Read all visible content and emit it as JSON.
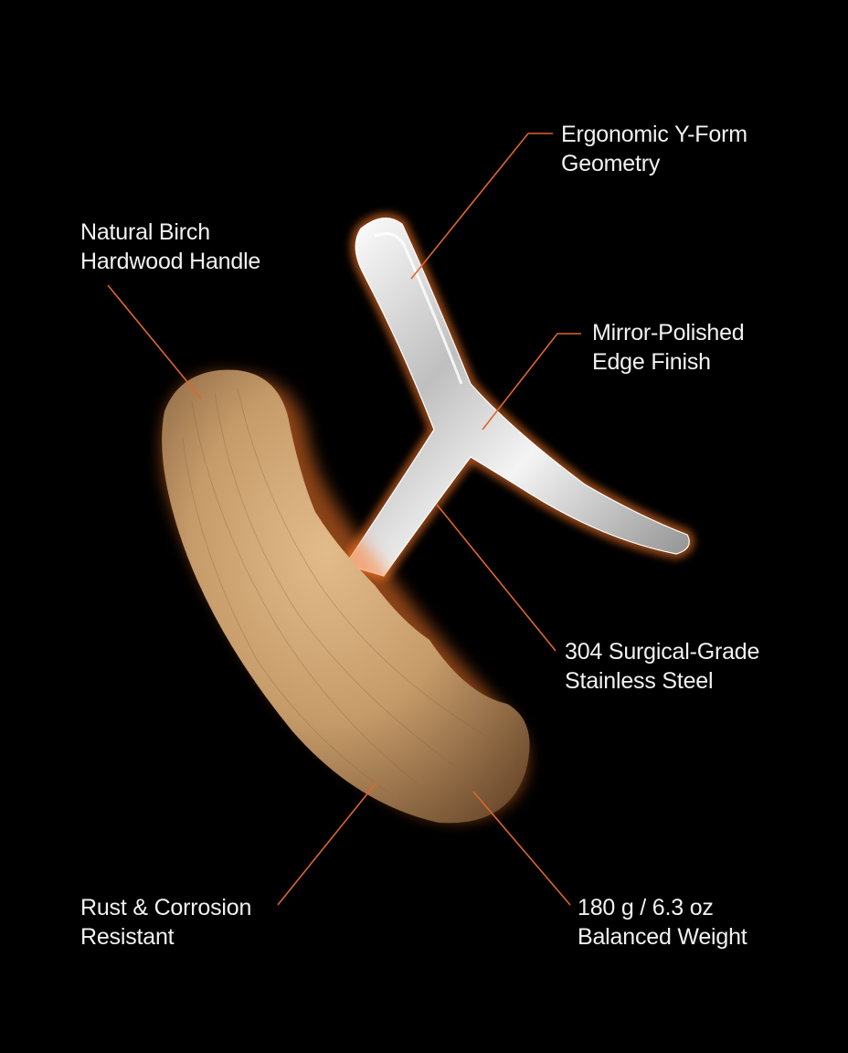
{
  "colors": {
    "background": "#000000",
    "text": "#f2f2f2",
    "leader_line": "#e0652f",
    "wood": "#c9a173",
    "steel": "#d9d9d9",
    "glow": "#ff7a2a"
  },
  "callouts": [
    {
      "id": "ergonomic",
      "lines": [
        "Ergonomic Y-Form",
        "Geometry"
      ]
    },
    {
      "id": "birch",
      "lines": [
        "Natural Birch",
        "Hardwood Handle"
      ]
    },
    {
      "id": "mirror",
      "lines": [
        "Mirror-Polished",
        "Edge Finish"
      ]
    },
    {
      "id": "steel",
      "lines": [
        "304 Surgical-Grade",
        "Stainless Steel"
      ]
    },
    {
      "id": "rust",
      "lines": [
        "Rust & Corrosion",
        "Resistant"
      ]
    },
    {
      "id": "weight",
      "lines": [
        "180 g / 6.3 oz",
        "Balanced Weight"
      ]
    }
  ]
}
